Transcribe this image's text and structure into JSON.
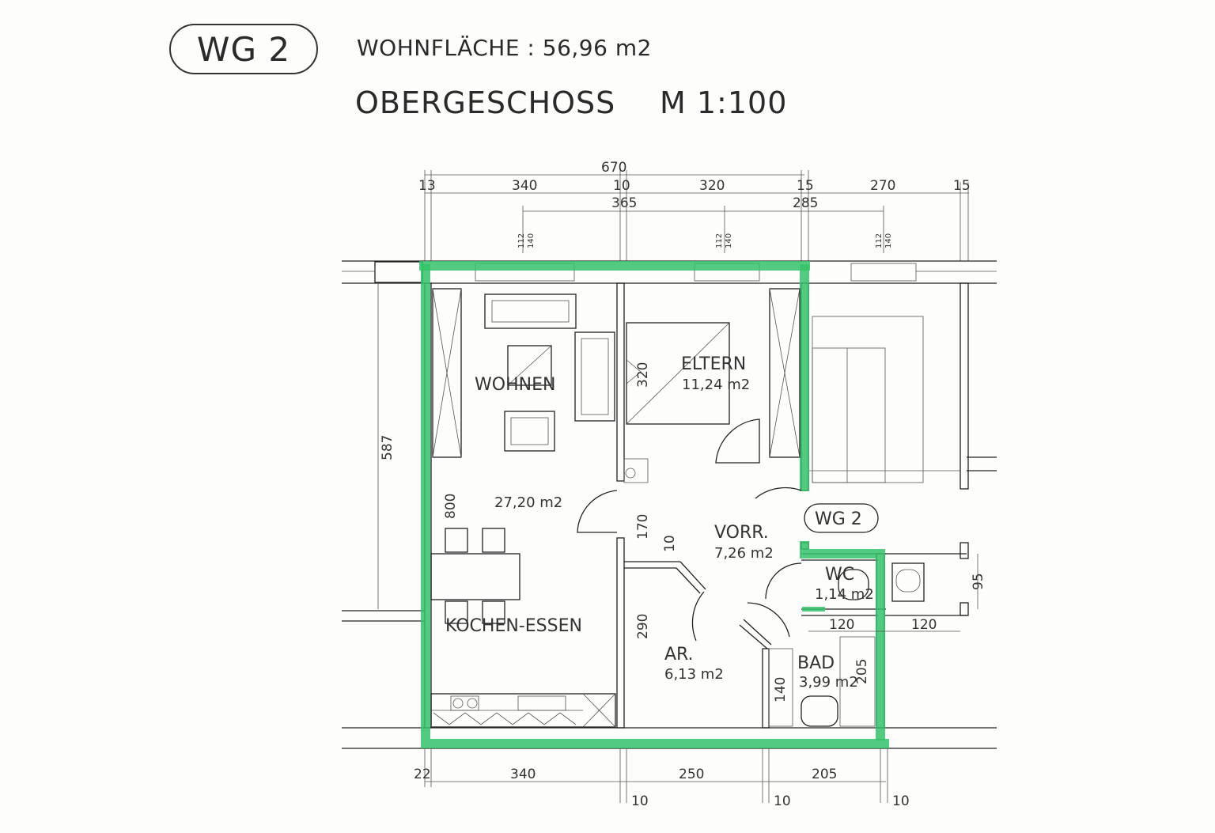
{
  "header": {
    "unit_badge": "WG 2",
    "living_area": "WOHNFLÄCHE : 56,96 m2",
    "floor": "OBERGESCHOSS",
    "scale": "M 1:100"
  },
  "rooms": [
    {
      "name": "WOHNEN",
      "area": "27,20 m2"
    },
    {
      "name": "KOCHEN-ESSEN"
    },
    {
      "name": "ELTERN",
      "area": "11,24 m2"
    },
    {
      "name": "VORR.",
      "area": "7,26 m2"
    },
    {
      "name": "WC",
      "area": "1,14 m2"
    },
    {
      "name": "AR.",
      "area": "6,13 m2"
    },
    {
      "name": "BAD",
      "area": "3,99 m2"
    }
  ],
  "entrance_label": "WG 2",
  "dimensions": {
    "top_total": "670",
    "top_row": [
      "13",
      "340",
      "10",
      "320",
      "15",
      "270",
      "15"
    ],
    "top_second": [
      "365",
      "285"
    ],
    "window_marks": [
      "112",
      "140"
    ],
    "bottom_row": [
      "22",
      "340",
      "250",
      "205"
    ],
    "bottom_small": [
      "10",
      "10",
      "10"
    ],
    "vertical": [
      "587",
      "800",
      "170",
      "10",
      "290",
      "140",
      "205",
      "95"
    ],
    "wc_widths": [
      "120",
      "120"
    ],
    "bed_dim": "320"
  },
  "colors": {
    "outline_highlight": "#34c26a"
  }
}
